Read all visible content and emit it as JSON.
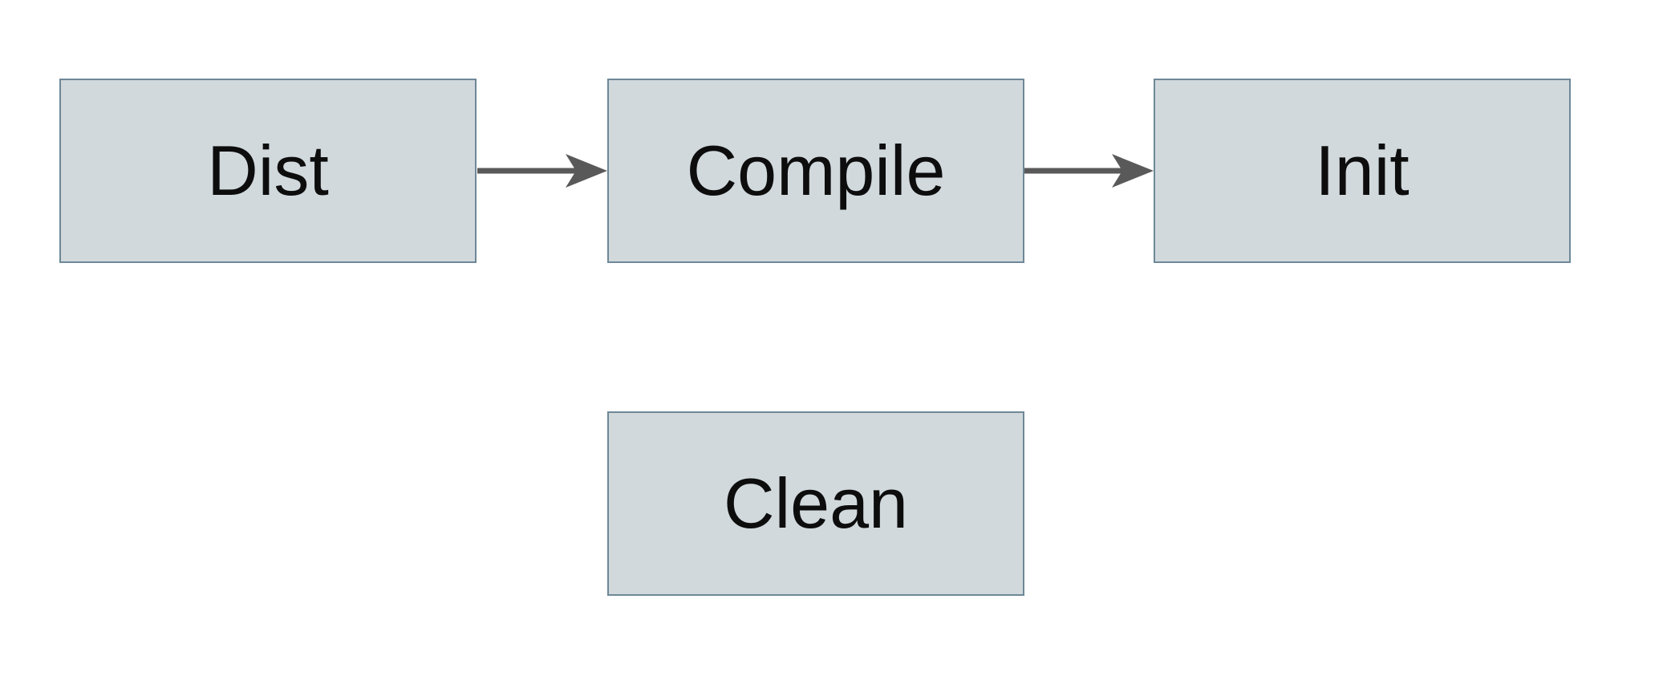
{
  "diagram": {
    "title": "build-targets-flow",
    "nodes": {
      "dist": {
        "label": "Dist"
      },
      "compile": {
        "label": "Compile"
      },
      "init": {
        "label": "Init"
      },
      "clean": {
        "label": "Clean"
      }
    },
    "edges": [
      {
        "from": "Dist",
        "to": "Compile",
        "direction": "right"
      },
      {
        "from": "Compile",
        "to": "Init",
        "direction": "right"
      }
    ],
    "colors": {
      "background": "#ffffff",
      "node_fill": "#d1d9dd",
      "node_border": "#6e8897",
      "arrow": "#595959",
      "text": "#0d0d0d"
    }
  }
}
